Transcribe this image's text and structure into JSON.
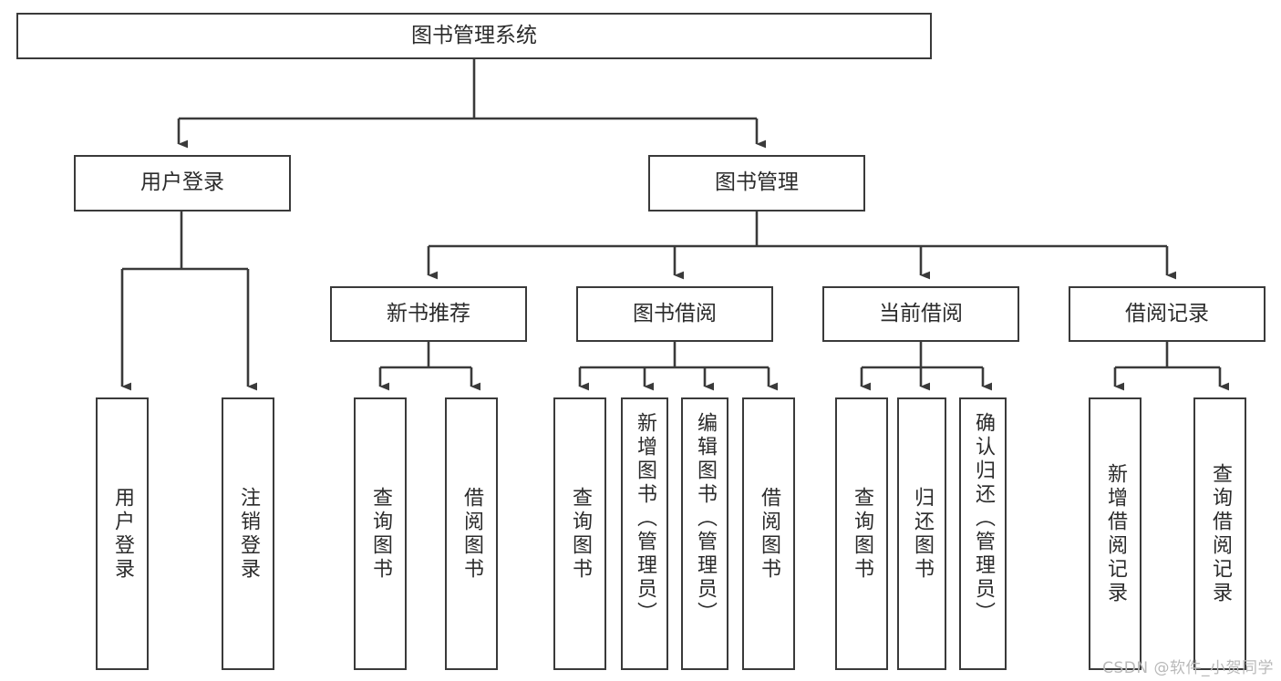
{
  "diagram": {
    "type": "tree-hierarchy",
    "title": "图书管理系统",
    "root": {
      "label": "图书管理系统"
    },
    "level2": [
      {
        "label": "用户登录"
      },
      {
        "label": "图书管理"
      }
    ],
    "level3": [
      {
        "label": "新书推荐"
      },
      {
        "label": "图书借阅"
      },
      {
        "label": "当前借阅"
      },
      {
        "label": "借阅记录"
      }
    ],
    "leaves": {
      "user_login": [
        {
          "label": "用户登录"
        },
        {
          "label": "注销登录"
        }
      ],
      "new_book_recommend": [
        {
          "label": "查询图书"
        },
        {
          "label": "借阅图书"
        }
      ],
      "book_borrow": [
        {
          "label": "查询图书"
        },
        {
          "label": "新增图书（管理员）"
        },
        {
          "label": "编辑图书（管理员）"
        },
        {
          "label": "借阅图书"
        }
      ],
      "current_borrow": [
        {
          "label": "查询图书"
        },
        {
          "label": "归还图书"
        },
        {
          "label": "确认归还（管理员）"
        }
      ],
      "borrow_record": [
        {
          "label": "新增借阅记录"
        },
        {
          "label": "查询借阅记录"
        }
      ]
    }
  },
  "watermark": {
    "text": "CSDN @软件_小贺同学"
  },
  "colors": {
    "background": "#ffffff",
    "node_border": "#3a3a3a",
    "node_fill": "#ffffff",
    "edge": "#3a3a3a",
    "text": "#2b2b2b",
    "watermark": "#b9b9b9"
  }
}
